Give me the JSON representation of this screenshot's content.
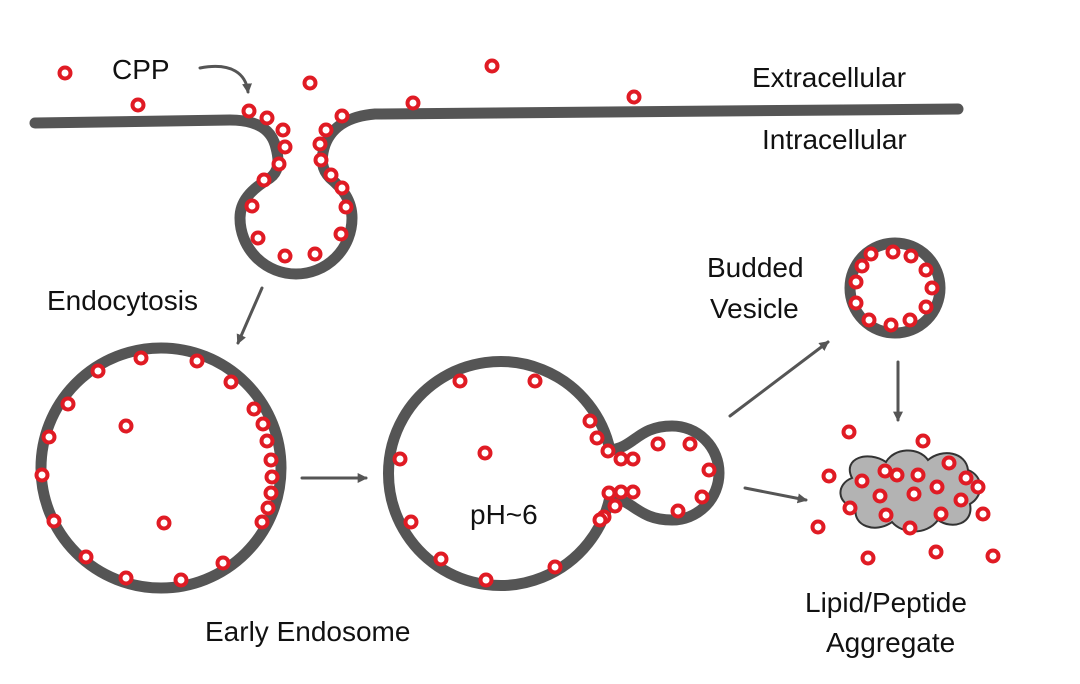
{
  "labels": {
    "cpp": "CPP",
    "extracellular": "Extracellular",
    "intracellular": "Intracellular",
    "endocytosis": "Endocytosis",
    "budded_vesicle_line1": "Budded",
    "budded_vesicle_line2": "Vesicle",
    "ph": "pH~6",
    "early_endosome": "Early Endosome",
    "aggregate_line1": "Lipid/Peptide",
    "aggregate_line2": "Aggregate"
  },
  "colors": {
    "membrane": "#555555",
    "particle": "#e01b24",
    "arrow": "#555555",
    "aggregate_fill": "#b3b3b3",
    "text": "#111111"
  }
}
